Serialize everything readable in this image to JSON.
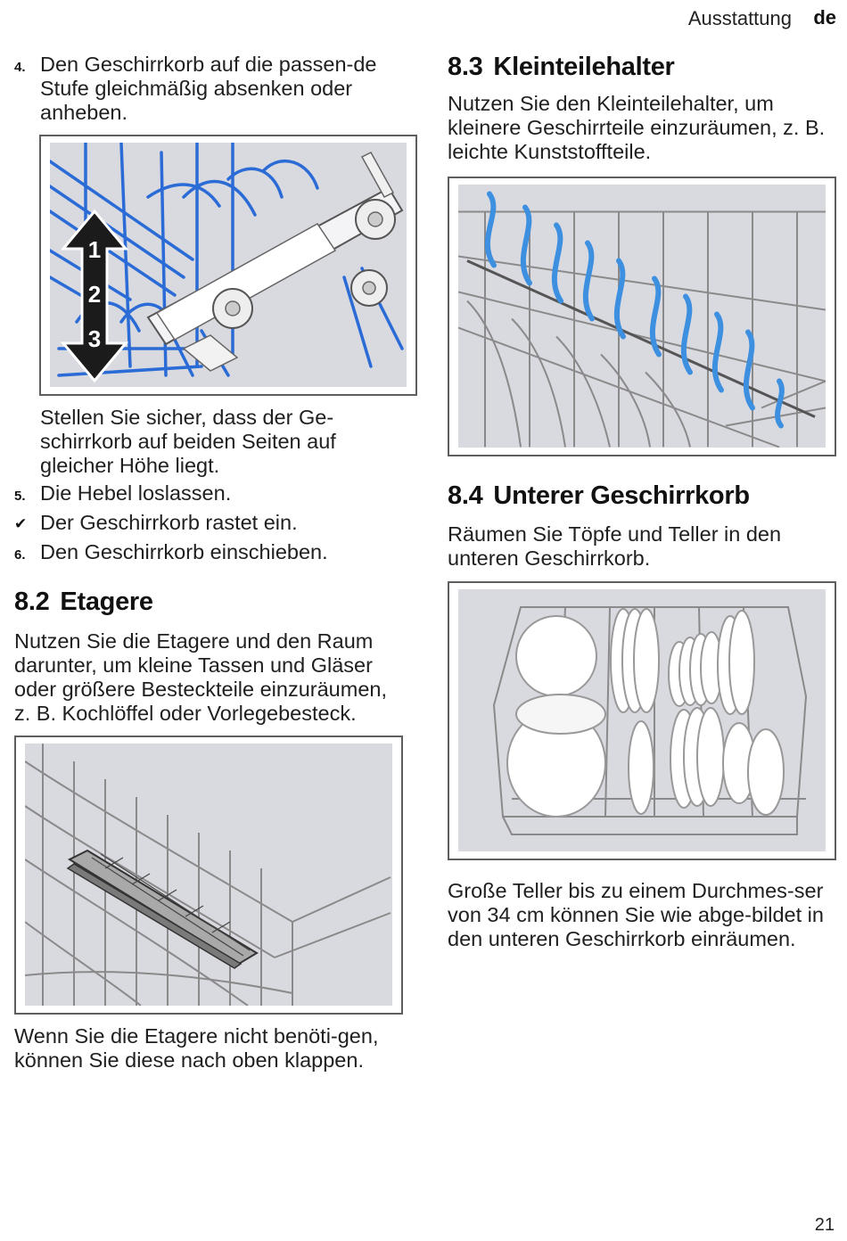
{
  "header": {
    "section": "Ausstattung",
    "language": "de"
  },
  "page_number": "21",
  "left": {
    "step4": {
      "num": "4.",
      "text": "Den Geschirrkorb auf die passen-de Stufe gleichmäßig absenken oder anheben."
    },
    "fig1_labels": [
      "1",
      "2",
      "3"
    ],
    "note": "Stellen Sie sicher, dass der Ge-schirrkorb auf beiden Seiten auf gleicher Höhe liegt.",
    "step5": {
      "num": "5.",
      "text": "Die Hebel loslassen."
    },
    "result": {
      "symbol": "✔",
      "text": "Der Geschirrkorb rastet ein."
    },
    "step6": {
      "num": "6.",
      "text": "Den Geschirrkorb einschieben."
    },
    "etagere": {
      "number": "8.2",
      "title": "Etagere",
      "body": "Nutzen Sie die Etagere und den Raum darunter, um kleine Tassen und Gläser oder größere Besteckteile einzuräumen, z. B. Kochlöffel oder Vorlegebesteck.",
      "after": "Wenn Sie die Etagere nicht benöti-gen, können Sie diese nach oben klappen."
    }
  },
  "right": {
    "kleinteile": {
      "number": "8.3",
      "title": "Kleinteilehalter",
      "body": "Nutzen Sie den Kleinteilehalter, um kleinere Geschirrteile einzuräumen, z. B. leichte Kunststoffteile."
    },
    "unterer": {
      "number": "8.4",
      "title": "Unterer Geschirrkorb",
      "body": "Räumen Sie Töpfe und Teller in den unteren Geschirrkorb.",
      "after": "Große Teller bis zu einem Durchmes-ser von 34 cm können Sie wie abge-bildet in den unteren Geschirrkorb einräumen."
    }
  },
  "colors": {
    "wire_blue": "#2a6bd6",
    "holder_blue": "#3d8fe0",
    "figure_bg": "#d9d9e0",
    "frame": "#5e5e5e"
  }
}
